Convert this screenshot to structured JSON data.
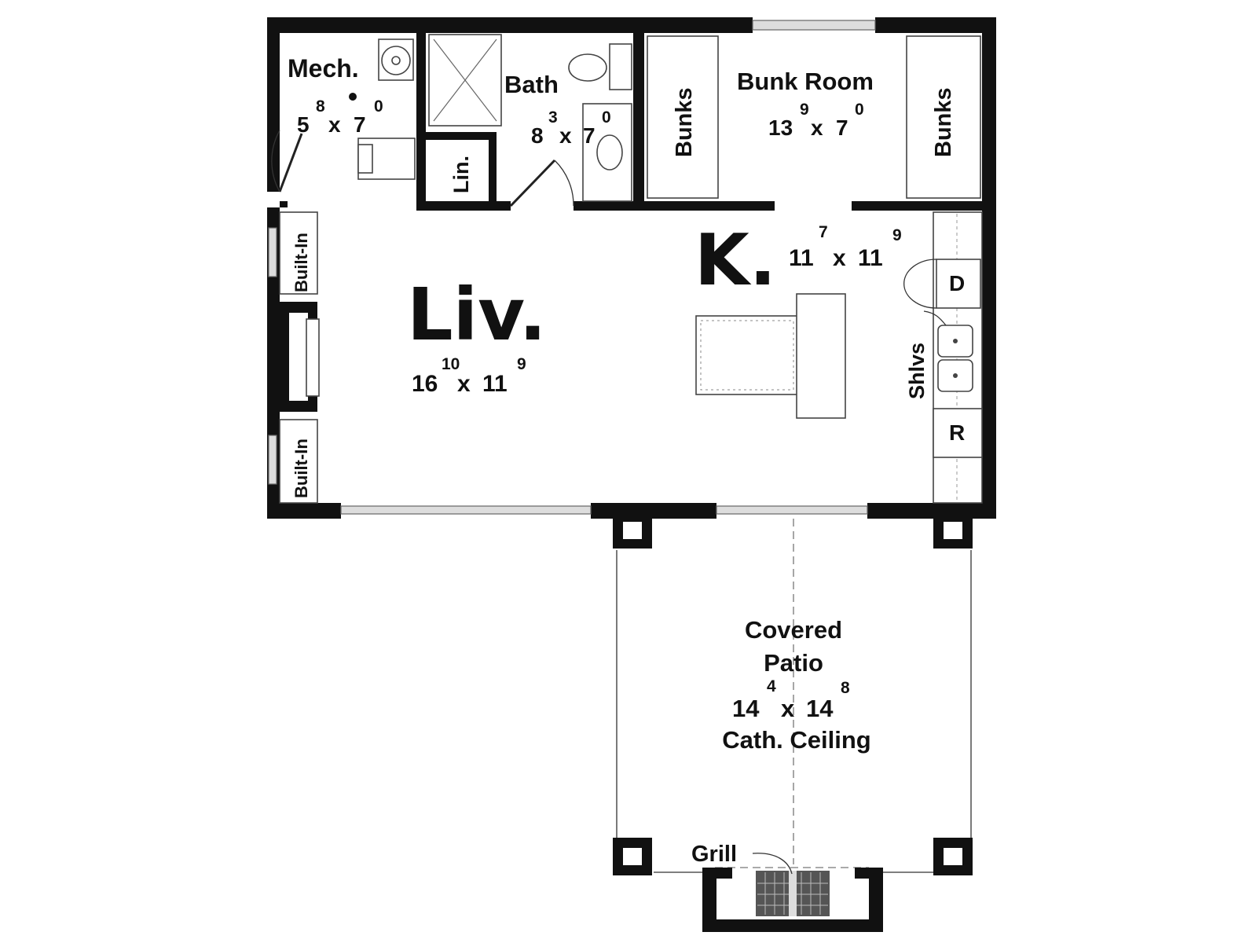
{
  "rooms": {
    "mech": {
      "name": "Mech.",
      "w": "5",
      "w_in": "8",
      "x": "x",
      "d": "7",
      "d_in": "0"
    },
    "bath": {
      "name": "Bath",
      "w": "8",
      "w_in": "3",
      "x": "x",
      "d": "7",
      "d_in": "0"
    },
    "linen": {
      "name": "Lin."
    },
    "bunk_room": {
      "name": "Bunk Room",
      "w": "13",
      "w_in": "9",
      "x": "x",
      "d": "7",
      "d_in": "0"
    },
    "bunks_left": {
      "name": "Bunks"
    },
    "bunks_right": {
      "name": "Bunks"
    },
    "living": {
      "name": "Liv.",
      "w": "16",
      "w_in": "10",
      "x": "x",
      "d": "11",
      "d_in": "9"
    },
    "kitchen": {
      "name": "K.",
      "w": "11",
      "w_in": "7",
      "x": "x",
      "d": "11",
      "d_in": "9"
    },
    "built_in_top": {
      "name": "Built-In"
    },
    "built_in_bottom": {
      "name": "Built-In"
    },
    "shelves": {
      "name": "Shlvs"
    },
    "dishwasher": {
      "name": "D"
    },
    "refrigerator": {
      "name": "R"
    },
    "patio": {
      "line1": "Covered",
      "line2": "Patio",
      "w": "14",
      "w_in": "4",
      "x": "x",
      "d": "14",
      "d_in": "8",
      "line4": "Cath. Ceiling"
    },
    "grill": {
      "name": "Grill"
    }
  }
}
